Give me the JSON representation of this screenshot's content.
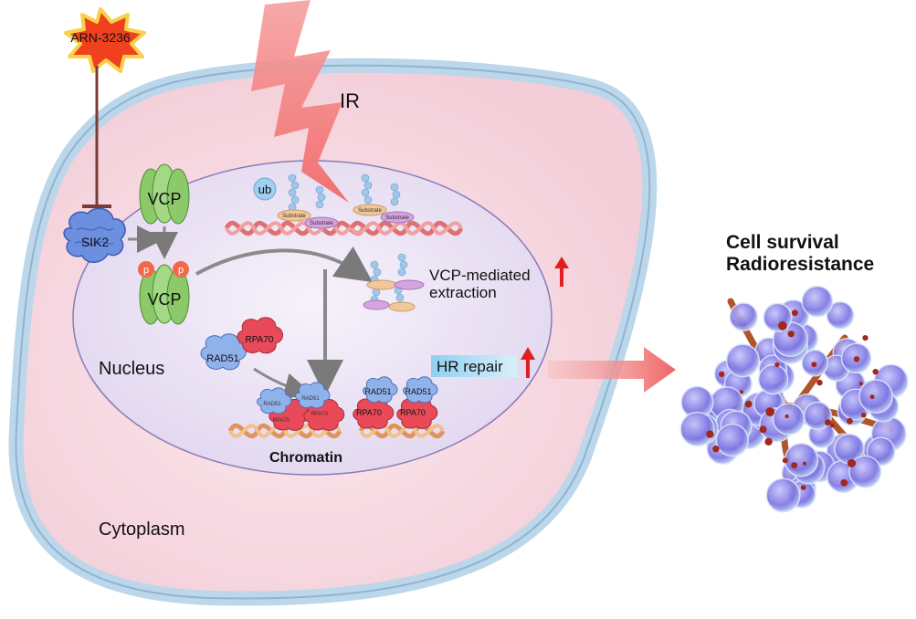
{
  "labels": {
    "drug": "ARN-3236",
    "radiation": "IR",
    "sik2": "SIK2",
    "vcp_top": "VCP",
    "vcp_bottom": "VCP",
    "phospho_left": "p",
    "phospho_right": "p",
    "ubiquitin": "ub",
    "ub_chain": "ub",
    "substrate": "Substrate",
    "vcp_extraction_line1": "VCP-mediated",
    "vcp_extraction_line2": "extraction",
    "nucleus": "Nucleus",
    "rad51": "RAD51",
    "rpa70": "RPA70",
    "hr_repair": "HR repair",
    "chromatin": "Chromatin",
    "cytoplasm": "Cytoplasm",
    "outcome_line1": "Cell survival",
    "outcome_line2": "Radioresistance"
  },
  "colors": {
    "cell_border": "#b9d3e6",
    "cytoplasm": "#f6d6de",
    "nucleus": "#ece4f4",
    "drug_star": "#f0401e",
    "radiation_bolt": "#f07a7a",
    "sik2": "#6d8fe0",
    "vcp": "#8cc96a",
    "phospho": "#f06a4a",
    "rad51": "#8fb2ea",
    "rpa70": "#e84a5a",
    "up_arrow": "#e02020",
    "hr_box": "#9fd8f2",
    "tumor_cells": "#8c86e8",
    "vessels": "#b0542a"
  }
}
